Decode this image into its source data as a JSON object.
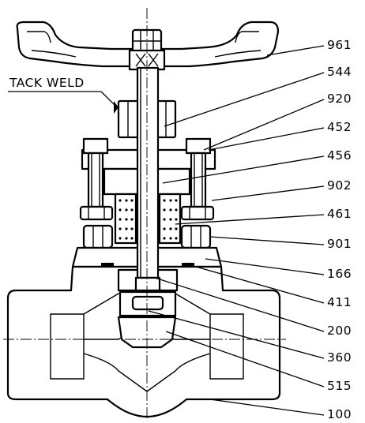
{
  "annotation": {
    "text": "TACK WELD"
  },
  "callouts": [
    {
      "id": "961",
      "label": "961"
    },
    {
      "id": "544",
      "label": "544"
    },
    {
      "id": "920",
      "label": "920"
    },
    {
      "id": "452",
      "label": "452"
    },
    {
      "id": "456",
      "label": "456"
    },
    {
      "id": "902",
      "label": "902"
    },
    {
      "id": "461",
      "label": "461"
    },
    {
      "id": "901",
      "label": "901"
    },
    {
      "id": "166",
      "label": "166"
    },
    {
      "id": "411",
      "label": "411"
    },
    {
      "id": "200",
      "label": "200"
    },
    {
      "id": "360",
      "label": "360"
    },
    {
      "id": "515",
      "label": "515"
    },
    {
      "id": "100",
      "label": "100"
    }
  ]
}
